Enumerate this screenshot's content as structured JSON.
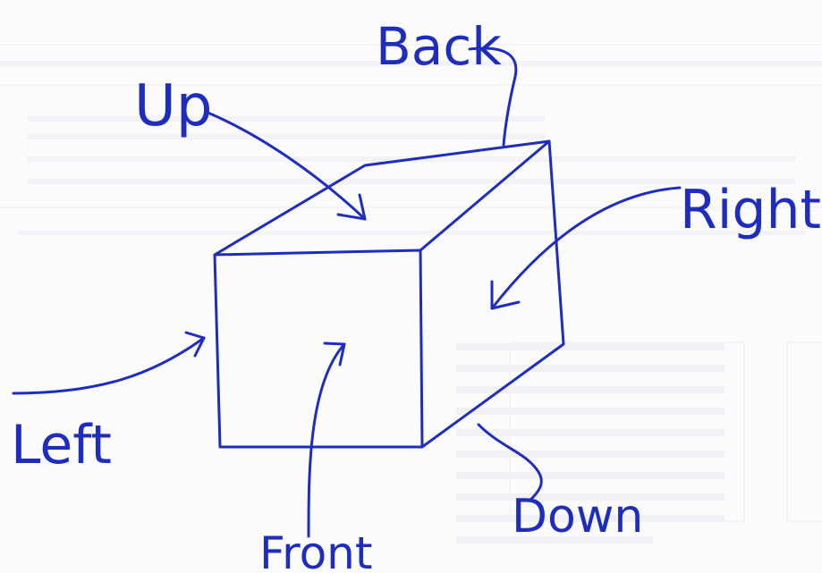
{
  "diagram": {
    "title": "",
    "labels": {
      "back": "Back",
      "up": "Up",
      "right": "Right",
      "left": "Left",
      "down": "Down",
      "front": "Front"
    },
    "colors": {
      "ink": "#1f2dbf",
      "paper": "#fbfbfb",
      "faded_print": "#e8e8ea"
    }
  }
}
